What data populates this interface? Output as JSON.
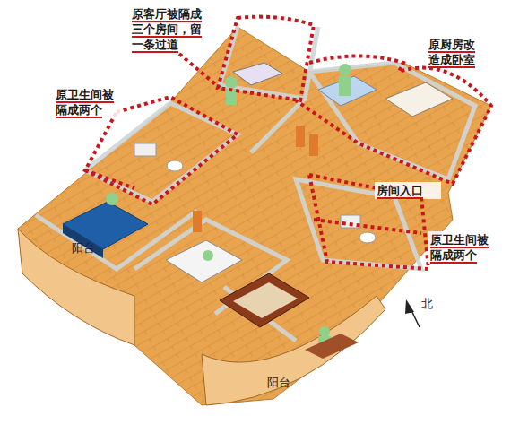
{
  "diagram": {
    "labels": [
      "原客厅被隔成三个房间，留一条过道",
      "原厨房改造成卧室",
      "原卫生间被隔成两个",
      "房间入口",
      "原卫生间被隔成两个",
      "阳台",
      "阳台",
      "北"
    ]
  }
}
